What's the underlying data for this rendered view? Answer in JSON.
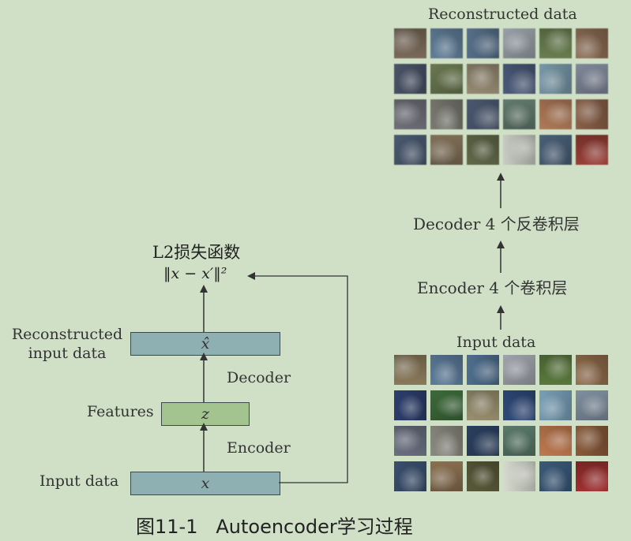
{
  "left": {
    "loss_title": "L2损失函数",
    "loss_formula": "‖x − x′‖²",
    "reconstructed_label_line1": "Reconstructed",
    "reconstructed_label_line2": "input data",
    "features_label": "Features",
    "input_label": "Input data",
    "decoder_label": "Decoder",
    "encoder_label": "Encoder",
    "box_xhat": "x̂",
    "box_z": "z",
    "box_x": "x"
  },
  "right": {
    "reconstructed_title": "Reconstructed data",
    "decoder_step": "Decoder 4 个反卷积层",
    "encoder_step": "Encoder 4 个卷积层",
    "input_title": "Input data"
  },
  "caption": "图11-1   Autoencoder学习过程",
  "colors": {
    "background": "#cfe0c6",
    "box_blue": "#8fb0b3",
    "box_green": "#a3c48f",
    "arrow": "#333333"
  },
  "input_tiles": [
    "#8a7a5a",
    "#5d7c9a",
    "#4f6f8f",
    "#a0a4ac",
    "#5b7a3e",
    "#8e6a4a",
    "#2d3e6e",
    "#3d6a3a",
    "#9a9070",
    "#2e4a7a",
    "#7aa0b8",
    "#8090a0",
    "#6a7080",
    "#8a8a80",
    "#2a4060",
    "#5a7a6a",
    "#c07a50",
    "#8a5a3a",
    "#3a5070",
    "#8a7050",
    "#5a5a3a",
    "#d8dcd0",
    "#3a5a7a",
    "#a03030"
  ],
  "recon_tiles": [
    "#7a6a5a",
    "#607e98",
    "#56708a",
    "#9aa0a8",
    "#6a8050",
    "#8a6a52",
    "#4a5468",
    "#6a7850",
    "#968a72",
    "#4a5a7a",
    "#7898a8",
    "#80889a",
    "#70707a",
    "#7a7a72",
    "#4a5870",
    "#627a6e",
    "#b07a58",
    "#8a6048",
    "#4a5a70",
    "#807058",
    "#626a4a",
    "#c8ccc2",
    "#4a6078",
    "#9a4038"
  ]
}
